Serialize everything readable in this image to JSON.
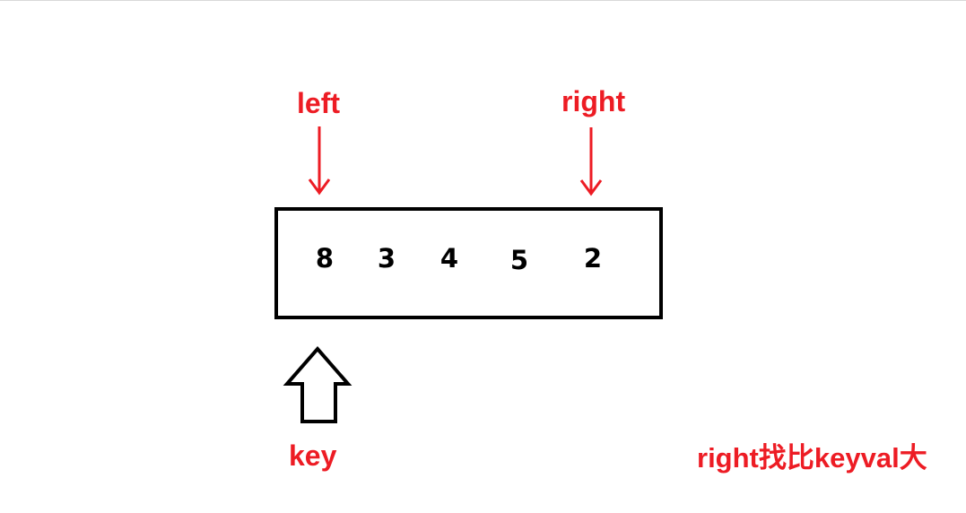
{
  "colors": {
    "accent": "#ed1c24",
    "ink": "#000000",
    "background": "#ffffff"
  },
  "pointers": {
    "left": "left",
    "right": "right"
  },
  "array": {
    "values": [
      "8",
      "3",
      "4",
      "5",
      "2"
    ]
  },
  "key_label": "key",
  "note": "right找比keyval大"
}
